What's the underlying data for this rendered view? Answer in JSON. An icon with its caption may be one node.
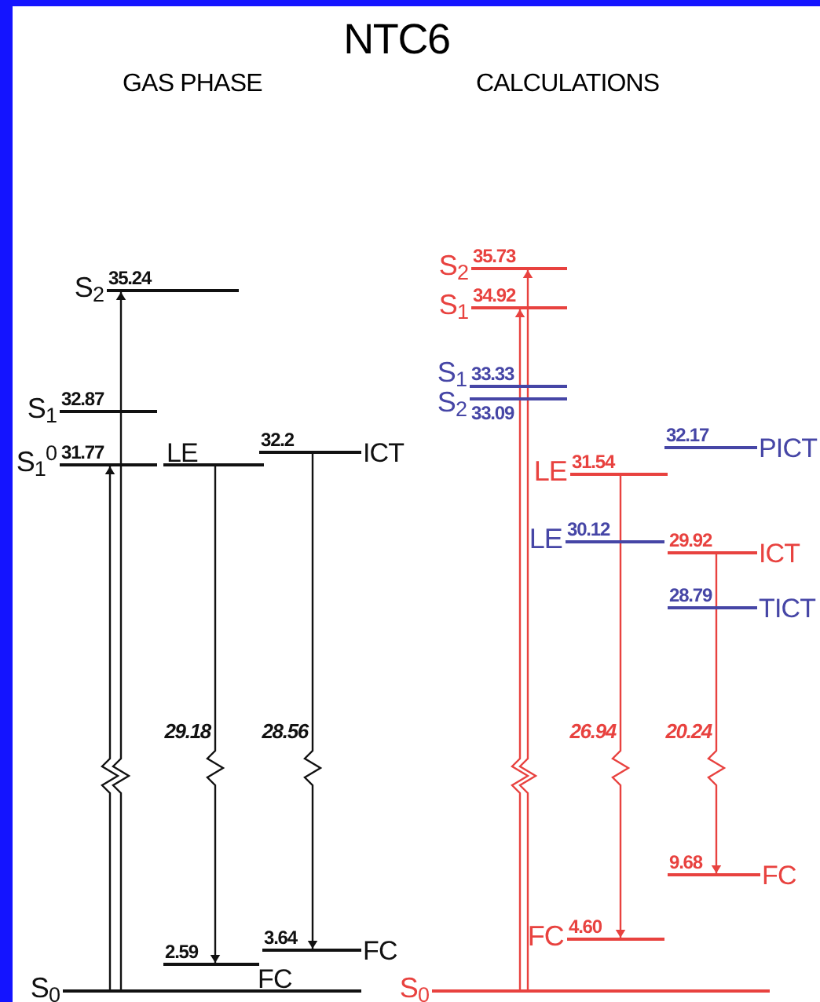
{
  "diagram": {
    "title": "NTC6",
    "nodes": [
      {
        "text": [
          "S$_{2}$",
          "35.24"
        ]
      },
      {
        "text": [
          "S$_{1}$",
          "32.87"
        ]
      },
      {
        "text": [
          "S$_{1}$$^{0}$",
          "31.77"
        ]
      },
      {
        "text": [
          "LE"
        ]
      },
      {
        "text": [
          "32.2",
          "ICT"
        ]
      },
      {
        "text": [
          "2.59",
          "FC"
        ]
      },
      {
        "text": [
          "3.64",
          "FC"
        ]
      },
      {
        "text": [
          "S$_{0}$"
        ]
      },
      {
        "text": [
          "S$_{2}$",
          "35.73"
        ]
      },
      {
        "text": [
          "S$_{1}$",
          "34.92"
        ]
      },
      {
        "text": [
          "S$_{1}$",
          "33.33"
        ]
      },
      {
        "text": [
          "S$_{2}$",
          "33.09"
        ]
      },
      {
        "text": [
          "32.17",
          "PICT"
        ]
      },
      {
        "text": [
          "LE",
          "31.54"
        ]
      },
      {
        "text": [
          "LE",
          "30.12"
        ]
      },
      {
        "text": [
          "29.92",
          "ICT"
        ]
      },
      {
        "text": [
          "28.79",
          "TICT"
        ]
      },
      {
        "text": [
          "9.68",
          "FC"
        ]
      },
      {
        "text": [
          "FC",
          "4.60"
        ]
      },
      {
        "text": [
          "S$_{0}$"
        ]
      }
    ],
    "edges": [
      {
        "from": 7,
        "to": 0,
        "arrow": "to"
      },
      {
        "from": 7,
        "to": 2,
        "arrow": "to"
      },
      {
        "from": 3,
        "to": 5,
        "arrow": "to",
        "label": "29.18"
      },
      {
        "from": 4,
        "to": 6,
        "arrow": "to",
        "label": "28.56"
      },
      {
        "from": 19,
        "to": 8,
        "arrow": "to",
        "color": "#e8423f"
      },
      {
        "from": 19,
        "to": 9,
        "arrow": "to",
        "color": "#e8423f"
      },
      {
        "from": 13,
        "to": 18,
        "arrow": "to",
        "label": "26.94",
        "color": "#e8423f"
      },
      {
        "from": 15,
        "to": 17,
        "arrow": "to",
        "label": "20.24",
        "color": "#e8423f"
      }
    ],
    "labels": [
      "GAS PHASE",
      "CALCULATIONS"
    ]
  }
}
